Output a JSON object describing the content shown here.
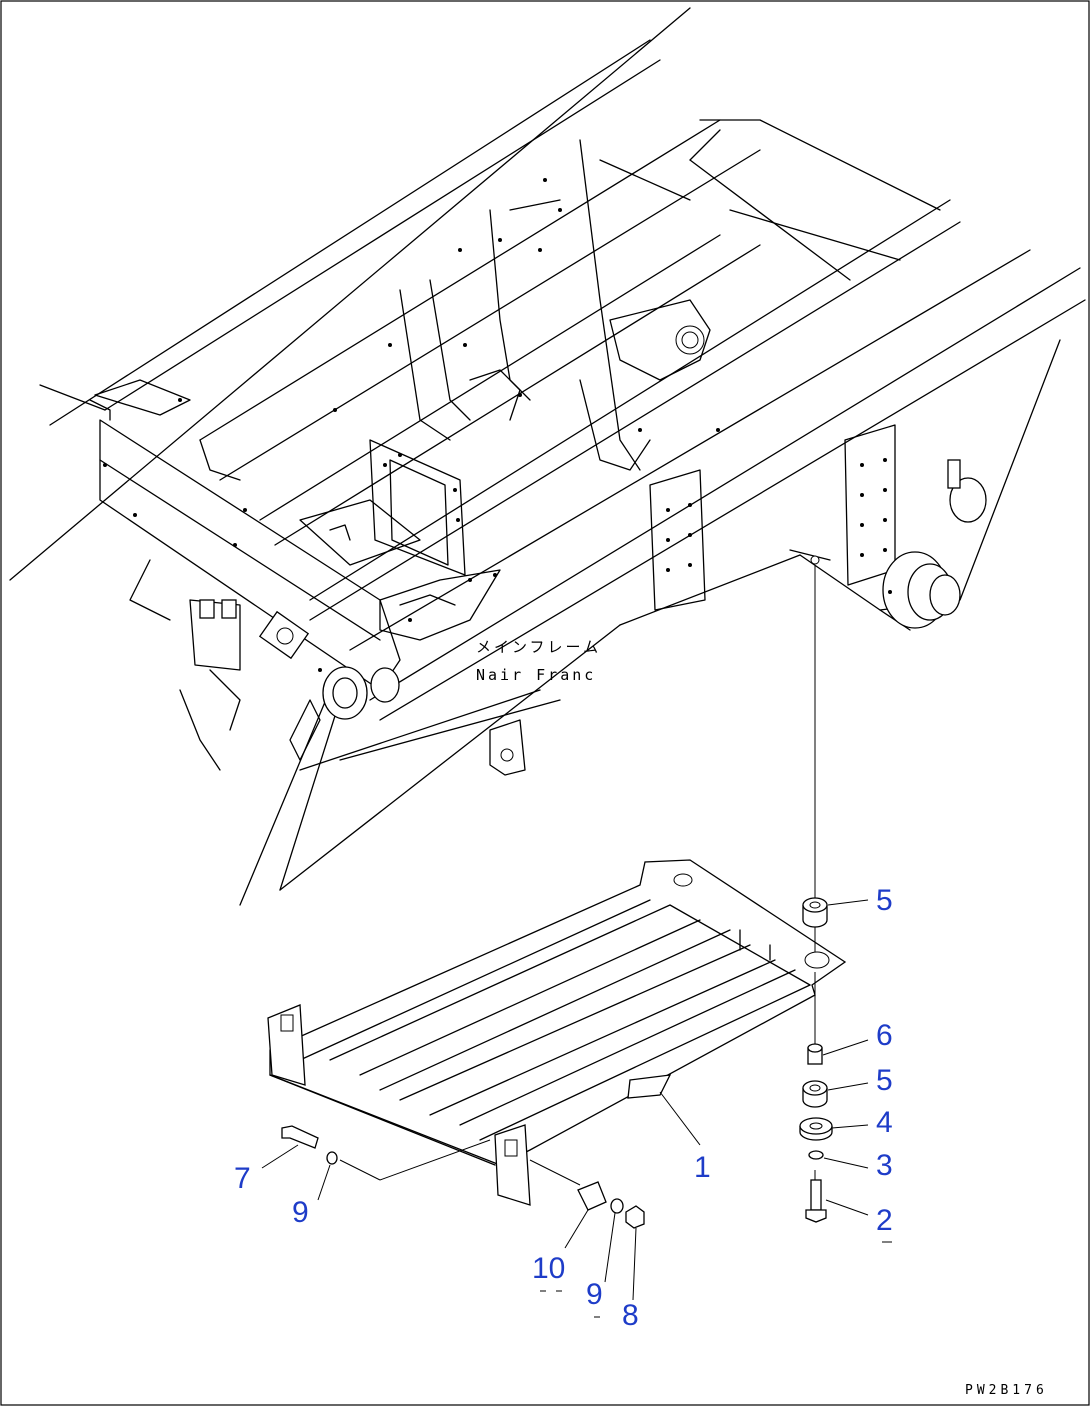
{
  "drawing": {
    "frame_label_jp": "メインフレーム",
    "frame_label_en": "Nair Franc",
    "code": "PW2B176"
  },
  "callouts": [
    {
      "id": "c1",
      "text": "1"
    },
    {
      "id": "c2",
      "text": "2"
    },
    {
      "id": "c3",
      "text": "3"
    },
    {
      "id": "c4",
      "text": "4"
    },
    {
      "id": "c5a",
      "text": "5"
    },
    {
      "id": "c5b",
      "text": "5"
    },
    {
      "id": "c6",
      "text": "6"
    },
    {
      "id": "c7",
      "text": "7"
    },
    {
      "id": "c8",
      "text": "8"
    },
    {
      "id": "c9a",
      "text": "9"
    },
    {
      "id": "c9b",
      "text": "9"
    },
    {
      "id": "c10",
      "text": "10"
    }
  ],
  "colors": {
    "line": "#000000",
    "callout": "#1e3cc8",
    "background": "#ffffff"
  }
}
